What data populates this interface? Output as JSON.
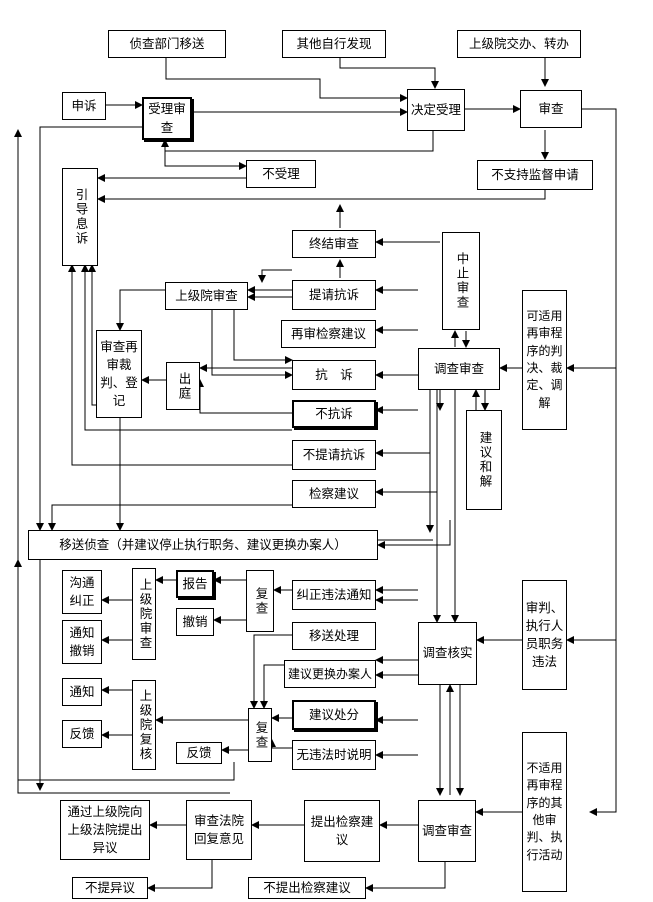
{
  "nodes": {
    "n01": "侦查部门移送",
    "n02": "其他自行发现",
    "n03": "上级院交办、转办",
    "n04": "申诉",
    "n05": "受理审查",
    "n06": "决定受理",
    "n07": "审查",
    "n08": "不受理",
    "n09": "不支持监督申请",
    "n10": "引导息诉",
    "n11": "终结审查",
    "n12": "中止审查",
    "n13": "上级院审查",
    "n14": "提请抗诉",
    "n15": "再审检察建议",
    "n16": "可适用再审程序的判决、裁定、调解",
    "n17": "审查再审裁判、登记",
    "n18": "出庭",
    "n19": "抗　诉",
    "n20": "调查审查",
    "n21": "不抗诉",
    "n22": "建议和解",
    "n23": "不提请抗诉",
    "n24": "检察建议",
    "n25": "移送侦查（并建议停止执行职务、建议更换办案人）",
    "n26": "沟通纠正",
    "n27": "上级院审查",
    "n28": "报告",
    "n29": "复查",
    "n30": "纠正违法通知",
    "n31": "审判、执行人员职务违法",
    "n32": "通知撤销",
    "n33": "撤销",
    "n34": "移送处理",
    "n35": "调查核实",
    "n36": "建议更换办案人",
    "n37": "通知",
    "n38": "上级院复核",
    "n39": "复查",
    "n40": "建议处分",
    "n41": "反馈",
    "n42": "反馈",
    "n43": "无违法时说明",
    "n44": "不适用再审程序的其他审判、执行活动",
    "n45": "通过上级院向上级法院提出异议",
    "n46": "审查法院回复意见",
    "n47": "提出检察建议",
    "n48": "调查审查",
    "n49": "不提异议",
    "n50": "不提出检察建议"
  }
}
